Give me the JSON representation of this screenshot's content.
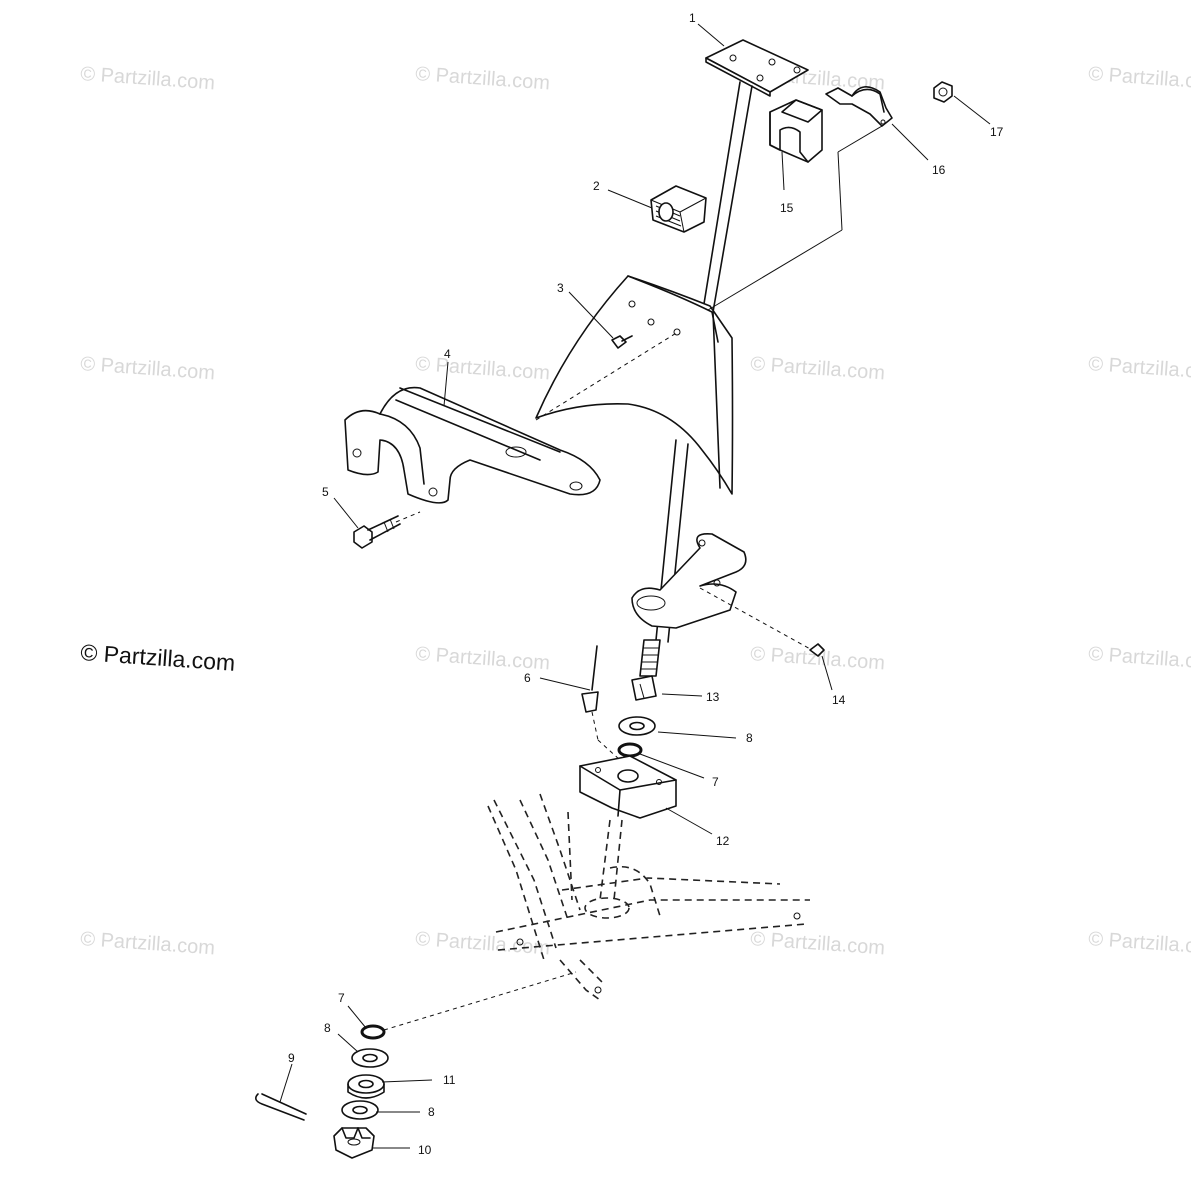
{
  "watermark": {
    "text": "© Partzilla.com",
    "main_text": "© Partzilla.com"
  },
  "callouts": {
    "c1": "1",
    "c2": "2",
    "c3": "3",
    "c4": "4",
    "c5": "5",
    "c6": "6",
    "c7a": "7",
    "c7b": "7",
    "c8a": "8",
    "c8b": "8",
    "c8c": "8",
    "c9": "9",
    "c10": "10",
    "c11": "11",
    "c12": "12",
    "c13": "13",
    "c14": "14",
    "c15": "15",
    "c16": "16",
    "c17": "17"
  }
}
